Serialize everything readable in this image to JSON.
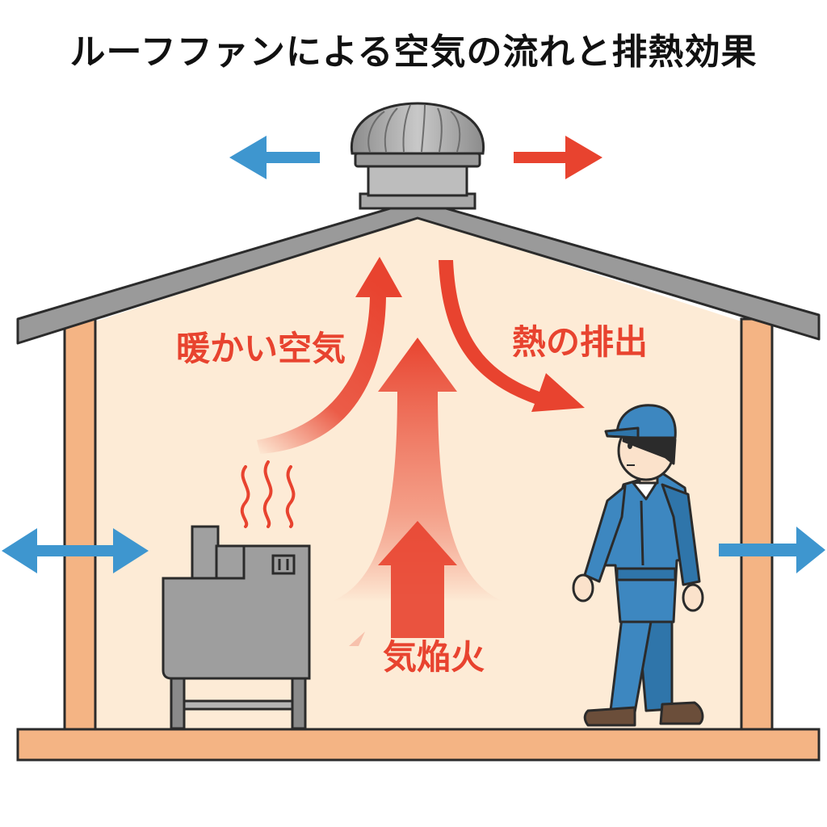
{
  "title": "ルーフファンによる空気の流れと排熱効果",
  "labels": {
    "warm_air": "暖かい空気",
    "heat_exhaust": "熱の排出",
    "heater": "気焔火"
  },
  "colors": {
    "warm_arrow": "#e8432f",
    "cool_arrow": "#3e96cf",
    "wall": "#f4b484",
    "interior": "#fdebd6",
    "roof": "#9a9a9a",
    "worker": "#3d87c0"
  },
  "icons": [
    "roof-turbine-vent-icon",
    "heater-stove-icon",
    "worker-person-icon",
    "heat-waves-icon"
  ]
}
